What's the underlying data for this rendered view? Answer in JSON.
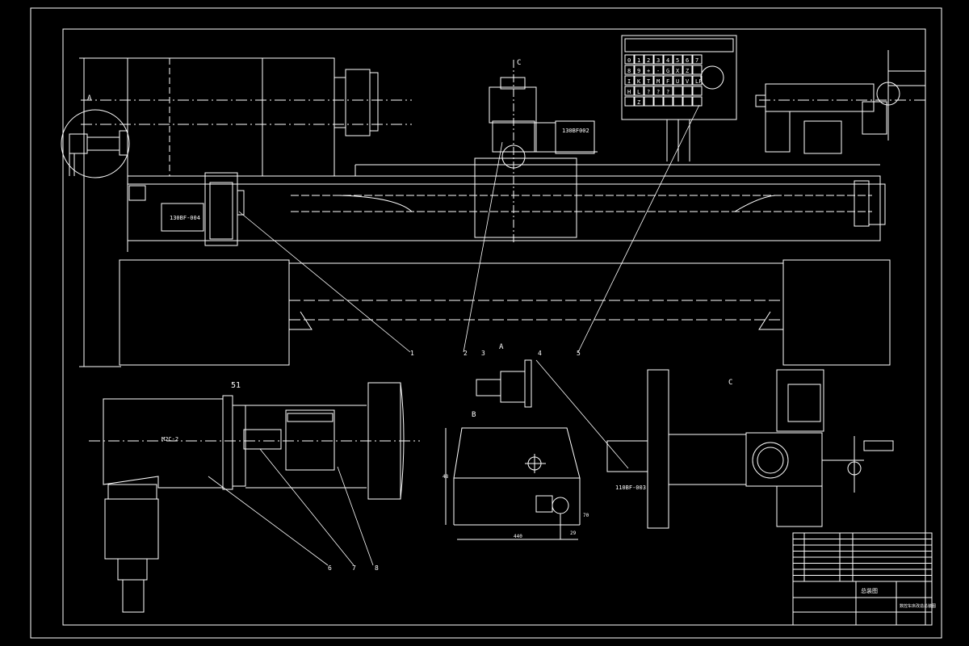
{
  "labels": {
    "view_c_top": "C",
    "view_a_side": "A",
    "section_b": "B",
    "view_a": "A",
    "view_b": "B",
    "view_c": "C",
    "dim_51": "51",
    "motor_feed": "130BF-004",
    "motor_cross": "130BF002",
    "motor_spindle": "110BF-003",
    "motor_small": "M2C-2",
    "dim_b_width": "440",
    "dim_b_height": "48",
    "dim_b_small": "70",
    "dim_b_small2": "29"
  },
  "balloons": [
    "1",
    "2",
    "3",
    "4",
    "5",
    "6",
    "7",
    "8"
  ],
  "keypad": {
    "row1": [
      "0",
      "1",
      "2",
      "3",
      "4",
      "5",
      "6",
      "7"
    ],
    "row2": [
      "8",
      "9",
      "+",
      "-",
      "G",
      "X",
      "Z",
      ""
    ],
    "row3": [
      "I",
      "K",
      "T",
      "M",
      "F",
      "U",
      "V",
      "LF"
    ],
    "row4": [
      "H",
      "L",
      "?",
      "?",
      "?",
      "",
      "",
      ""
    ],
    "row5": [
      "",
      "Z",
      "",
      "",
      "",
      "",
      "",
      ""
    ]
  },
  "title_block": {
    "drawing_name": "总装图",
    "school": "数控车床改造总装图"
  },
  "colors": {
    "line": "#ffffff",
    "bg": "#000000"
  }
}
